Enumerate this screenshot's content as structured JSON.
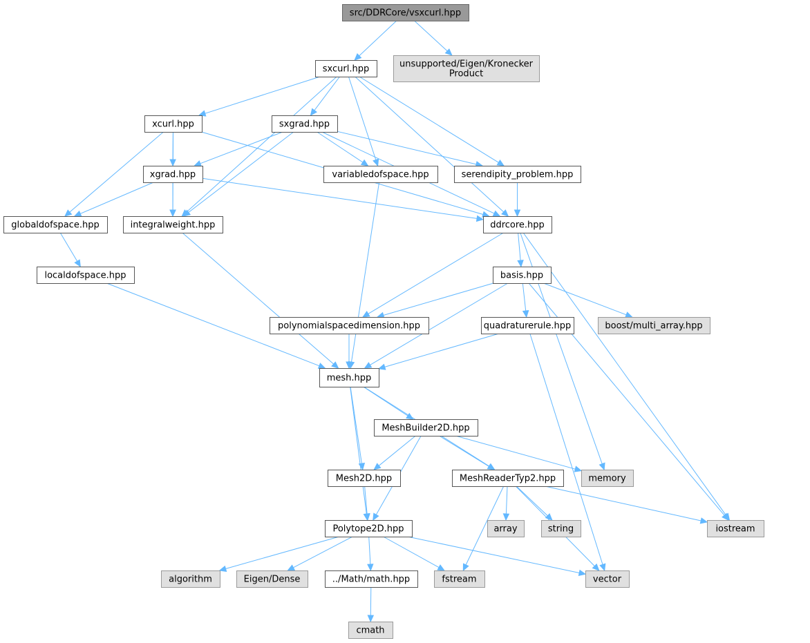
{
  "graph": {
    "colors": {
      "edge": "#63b8ff",
      "root_fill": "#999999",
      "local_fill": "#ffffff",
      "system_fill": "#e0e0e0",
      "border": "#666666"
    },
    "nodes": [
      {
        "id": "root",
        "lines": [
          "src/DDRCore/vsxcurl.hpp"
        ],
        "kind": "root"
      },
      {
        "id": "kron",
        "lines": [
          "unsupported/Eigen/Kronecker",
          "Product"
        ],
        "kind": "system"
      },
      {
        "id": "sxcurl",
        "lines": [
          "sxcurl.hpp"
        ],
        "kind": "local"
      },
      {
        "id": "xcurl",
        "lines": [
          "xcurl.hpp"
        ],
        "kind": "local"
      },
      {
        "id": "sxgrad",
        "lines": [
          "sxgrad.hpp"
        ],
        "kind": "local"
      },
      {
        "id": "xgrad",
        "lines": [
          "xgrad.hpp"
        ],
        "kind": "local"
      },
      {
        "id": "variabledofspace",
        "lines": [
          "variabledofspace.hpp"
        ],
        "kind": "local"
      },
      {
        "id": "serendipity",
        "lines": [
          "serendipity_problem.hpp"
        ],
        "kind": "local"
      },
      {
        "id": "globaldofspace",
        "lines": [
          "globaldofspace.hpp"
        ],
        "kind": "local"
      },
      {
        "id": "integralweight",
        "lines": [
          "integralweight.hpp"
        ],
        "kind": "local"
      },
      {
        "id": "ddrcore",
        "lines": [
          "ddrcore.hpp"
        ],
        "kind": "local"
      },
      {
        "id": "localdofspace",
        "lines": [
          "localdofspace.hpp"
        ],
        "kind": "local"
      },
      {
        "id": "basis",
        "lines": [
          "basis.hpp"
        ],
        "kind": "local"
      },
      {
        "id": "polydim",
        "lines": [
          "polynomialspacedimension.hpp"
        ],
        "kind": "local"
      },
      {
        "id": "quadrule",
        "lines": [
          "quadraturerule.hpp"
        ],
        "kind": "local"
      },
      {
        "id": "multiarray",
        "lines": [
          "boost/multi_array.hpp"
        ],
        "kind": "system"
      },
      {
        "id": "mesh",
        "lines": [
          "mesh.hpp"
        ],
        "kind": "local"
      },
      {
        "id": "meshbuilder",
        "lines": [
          "MeshBuilder2D.hpp"
        ],
        "kind": "local"
      },
      {
        "id": "mesh2d",
        "lines": [
          "Mesh2D.hpp"
        ],
        "kind": "local"
      },
      {
        "id": "meshreader",
        "lines": [
          "MeshReaderTyp2.hpp"
        ],
        "kind": "local"
      },
      {
        "id": "memory",
        "lines": [
          "memory"
        ],
        "kind": "system"
      },
      {
        "id": "polytope",
        "lines": [
          "Polytope2D.hpp"
        ],
        "kind": "local"
      },
      {
        "id": "arr",
        "lines": [
          "array"
        ],
        "kind": "system"
      },
      {
        "id": "string",
        "lines": [
          "string"
        ],
        "kind": "system"
      },
      {
        "id": "iostream",
        "lines": [
          "iostream"
        ],
        "kind": "system"
      },
      {
        "id": "algorithm",
        "lines": [
          "algorithm"
        ],
        "kind": "system"
      },
      {
        "id": "eigendense",
        "lines": [
          "Eigen/Dense"
        ],
        "kind": "system"
      },
      {
        "id": "mathhpp",
        "lines": [
          "../Math/math.hpp"
        ],
        "kind": "local"
      },
      {
        "id": "fstream",
        "lines": [
          "fstream"
        ],
        "kind": "system"
      },
      {
        "id": "vector",
        "lines": [
          "vector"
        ],
        "kind": "system"
      },
      {
        "id": "cmath",
        "lines": [
          "cmath"
        ],
        "kind": "system"
      }
    ],
    "edges": [
      {
        "from": "root",
        "to": "sxcurl"
      },
      {
        "from": "root",
        "to": "kron"
      },
      {
        "from": "sxcurl",
        "to": "xcurl"
      },
      {
        "from": "sxcurl",
        "to": "sxgrad"
      },
      {
        "from": "sxcurl",
        "to": "variabledofspace"
      },
      {
        "from": "sxcurl",
        "to": "serendipity"
      },
      {
        "from": "sxcurl",
        "to": "ddrcore"
      },
      {
        "from": "sxcurl",
        "to": "integralweight"
      },
      {
        "from": "xcurl",
        "to": "xgrad"
      },
      {
        "from": "xcurl",
        "to": "globaldofspace"
      },
      {
        "from": "xcurl",
        "to": "integralweight"
      },
      {
        "from": "xcurl",
        "to": "ddrcore"
      },
      {
        "from": "sxgrad",
        "to": "xgrad"
      },
      {
        "from": "sxgrad",
        "to": "integralweight"
      },
      {
        "from": "sxgrad",
        "to": "variabledofspace"
      },
      {
        "from": "sxgrad",
        "to": "serendipity"
      },
      {
        "from": "sxgrad",
        "to": "ddrcore"
      },
      {
        "from": "xgrad",
        "to": "globaldofspace"
      },
      {
        "from": "xgrad",
        "to": "integralweight"
      },
      {
        "from": "xgrad",
        "to": "ddrcore"
      },
      {
        "from": "variabledofspace",
        "to": "mesh"
      },
      {
        "from": "serendipity",
        "to": "ddrcore"
      },
      {
        "from": "globaldofspace",
        "to": "localdofspace"
      },
      {
        "from": "integralweight",
        "to": "mesh"
      },
      {
        "from": "localdofspace",
        "to": "mesh"
      },
      {
        "from": "ddrcore",
        "to": "basis"
      },
      {
        "from": "ddrcore",
        "to": "polydim"
      },
      {
        "from": "ddrcore",
        "to": "memory"
      },
      {
        "from": "ddrcore",
        "to": "iostream"
      },
      {
        "from": "basis",
        "to": "polydim"
      },
      {
        "from": "basis",
        "to": "quadrule"
      },
      {
        "from": "basis",
        "to": "multiarray"
      },
      {
        "from": "basis",
        "to": "mesh"
      },
      {
        "from": "basis",
        "to": "iostream"
      },
      {
        "from": "polydim",
        "to": "mesh"
      },
      {
        "from": "quadrule",
        "to": "mesh"
      },
      {
        "from": "quadrule",
        "to": "vector"
      },
      {
        "from": "mesh",
        "to": "meshbuilder"
      },
      {
        "from": "mesh",
        "to": "mesh2d"
      },
      {
        "from": "mesh",
        "to": "meshreader"
      },
      {
        "from": "mesh",
        "to": "polytope"
      },
      {
        "from": "meshbuilder",
        "to": "mesh2d"
      },
      {
        "from": "meshbuilder",
        "to": "meshreader"
      },
      {
        "from": "meshbuilder",
        "to": "memory"
      },
      {
        "from": "meshbuilder",
        "to": "polytope"
      },
      {
        "from": "mesh2d",
        "to": "polytope"
      },
      {
        "from": "meshreader",
        "to": "arr"
      },
      {
        "from": "meshreader",
        "to": "string"
      },
      {
        "from": "meshreader",
        "to": "iostream"
      },
      {
        "from": "meshreader",
        "to": "fstream"
      },
      {
        "from": "meshreader",
        "to": "vector"
      },
      {
        "from": "polytope",
        "to": "algorithm"
      },
      {
        "from": "polytope",
        "to": "eigendense"
      },
      {
        "from": "polytope",
        "to": "mathhpp"
      },
      {
        "from": "polytope",
        "to": "fstream"
      },
      {
        "from": "polytope",
        "to": "vector"
      },
      {
        "from": "mathhpp",
        "to": "cmath"
      }
    ]
  }
}
